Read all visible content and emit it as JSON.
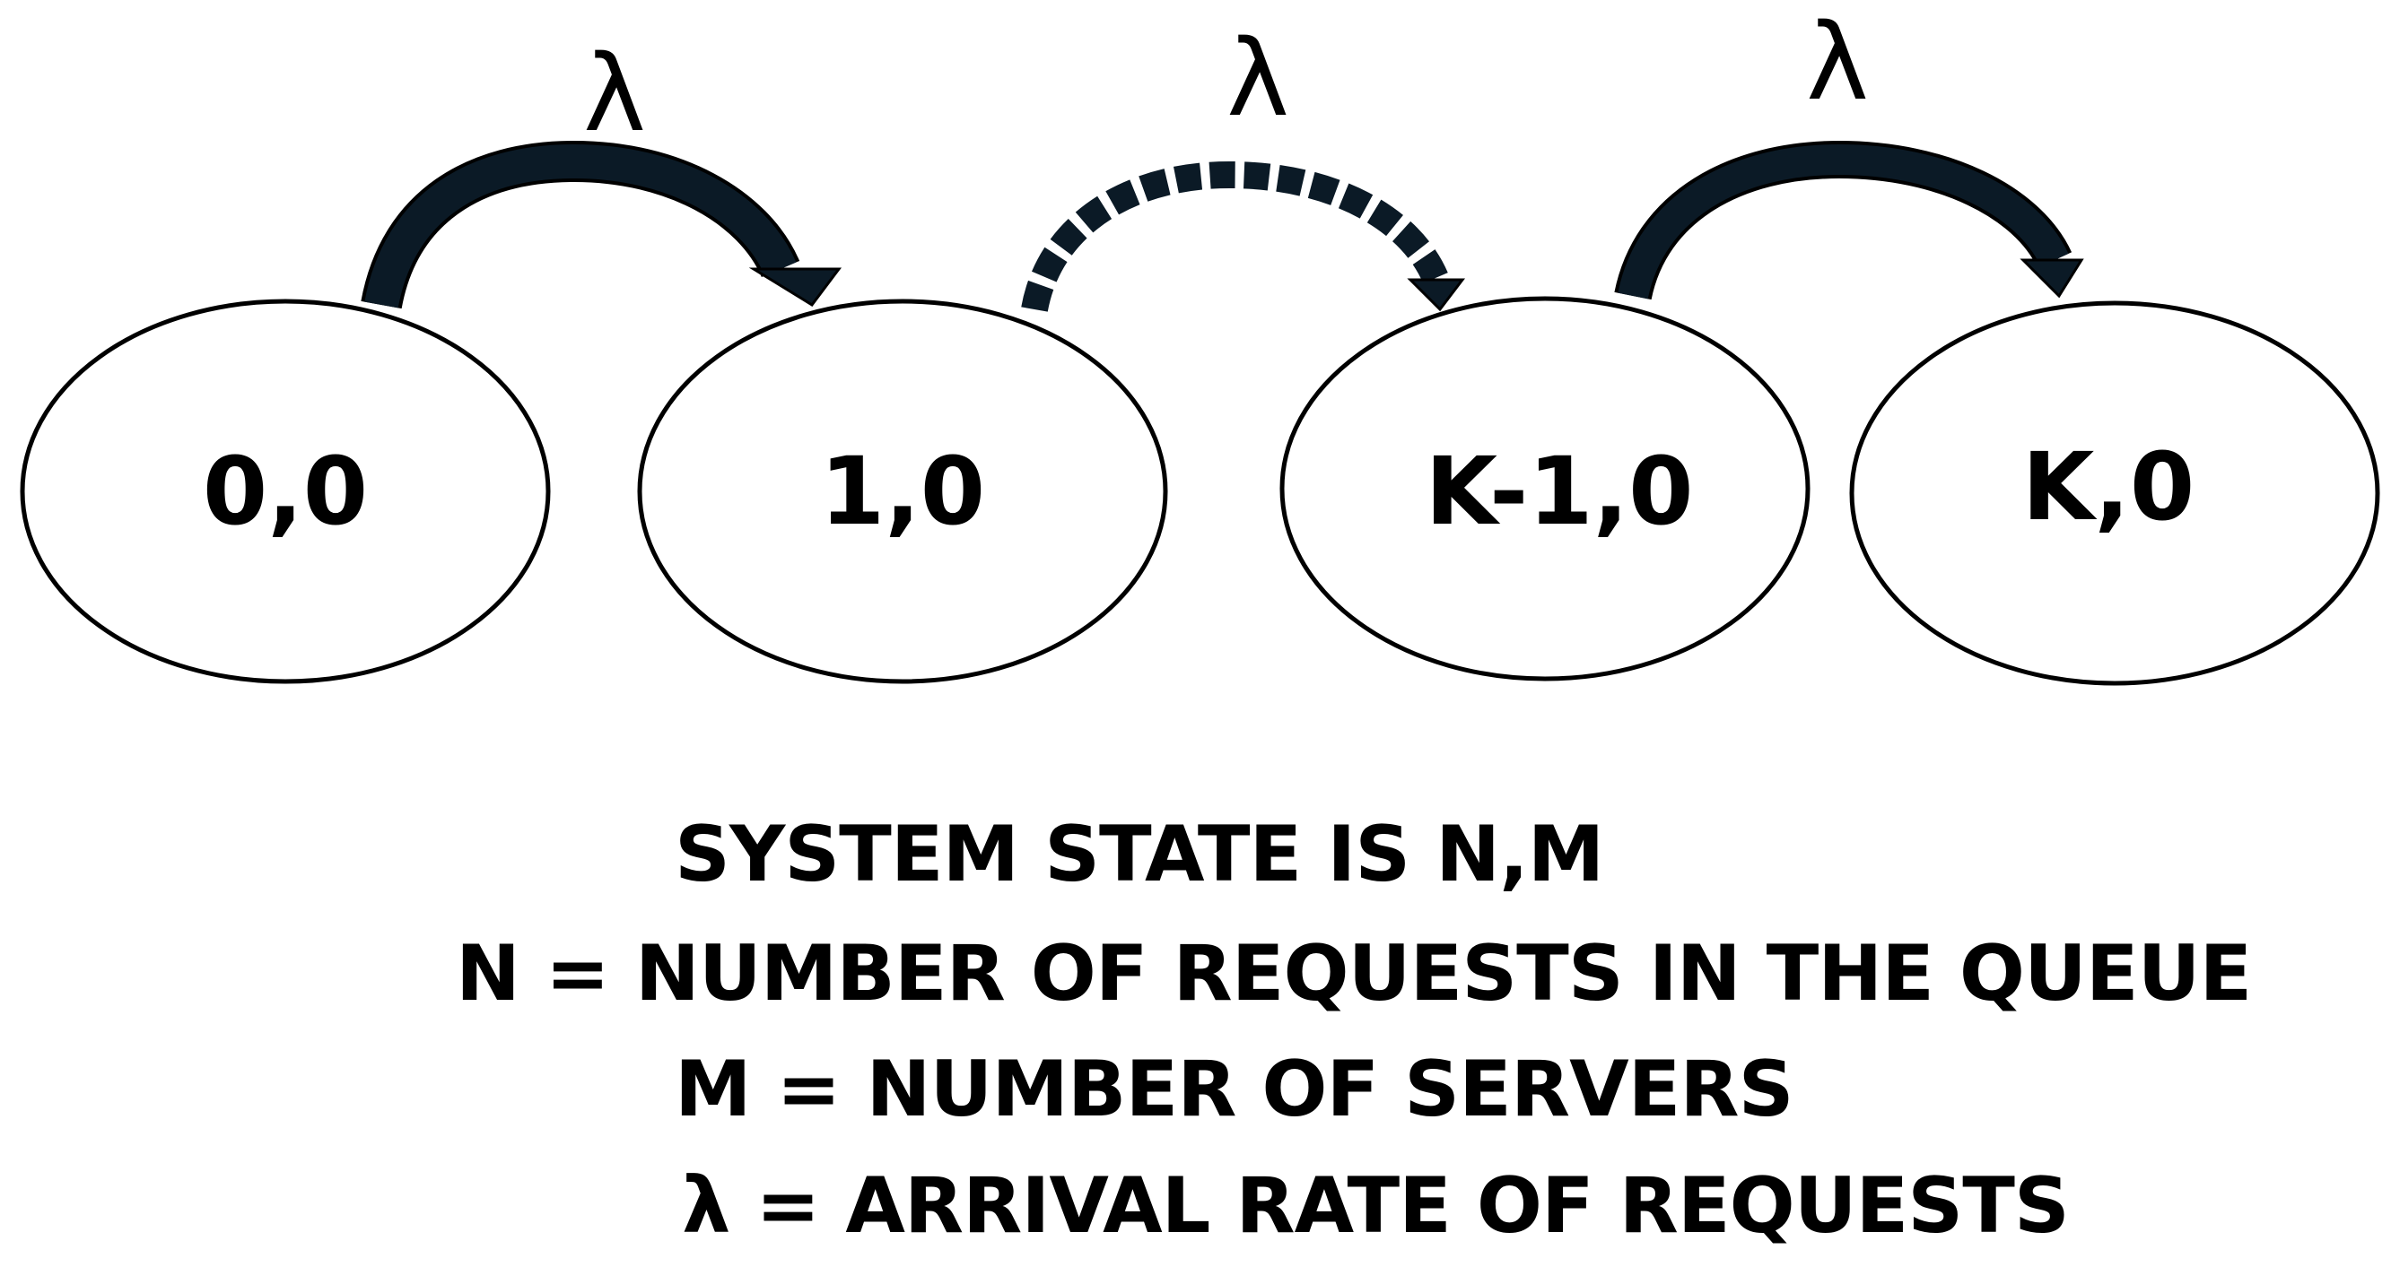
{
  "states": [
    {
      "label": "0,0"
    },
    {
      "label": "1,0"
    },
    {
      "label": "K-1,0"
    },
    {
      "label": "K,0"
    }
  ],
  "transitions": [
    {
      "from": "0,0",
      "to": "1,0",
      "label": "λ",
      "style": "solid"
    },
    {
      "from": "1,0",
      "to": "K-1,0",
      "label": "λ",
      "style": "dashed"
    },
    {
      "from": "K-1,0",
      "to": "K,0",
      "label": "λ",
      "style": "solid"
    }
  ],
  "legend": {
    "line1": "SYSTEM STATE IS N,M",
    "line2": "N = NUMBER OF REQUESTS IN THE QUEUE",
    "line3": "M = NUMBER OF SERVERS",
    "line4": "λ = ARRIVAL RATE OF REQUESTS"
  },
  "colors": {
    "stroke": "#000000",
    "arrow_fill": "#0b1a26",
    "background": "#ffffff"
  }
}
